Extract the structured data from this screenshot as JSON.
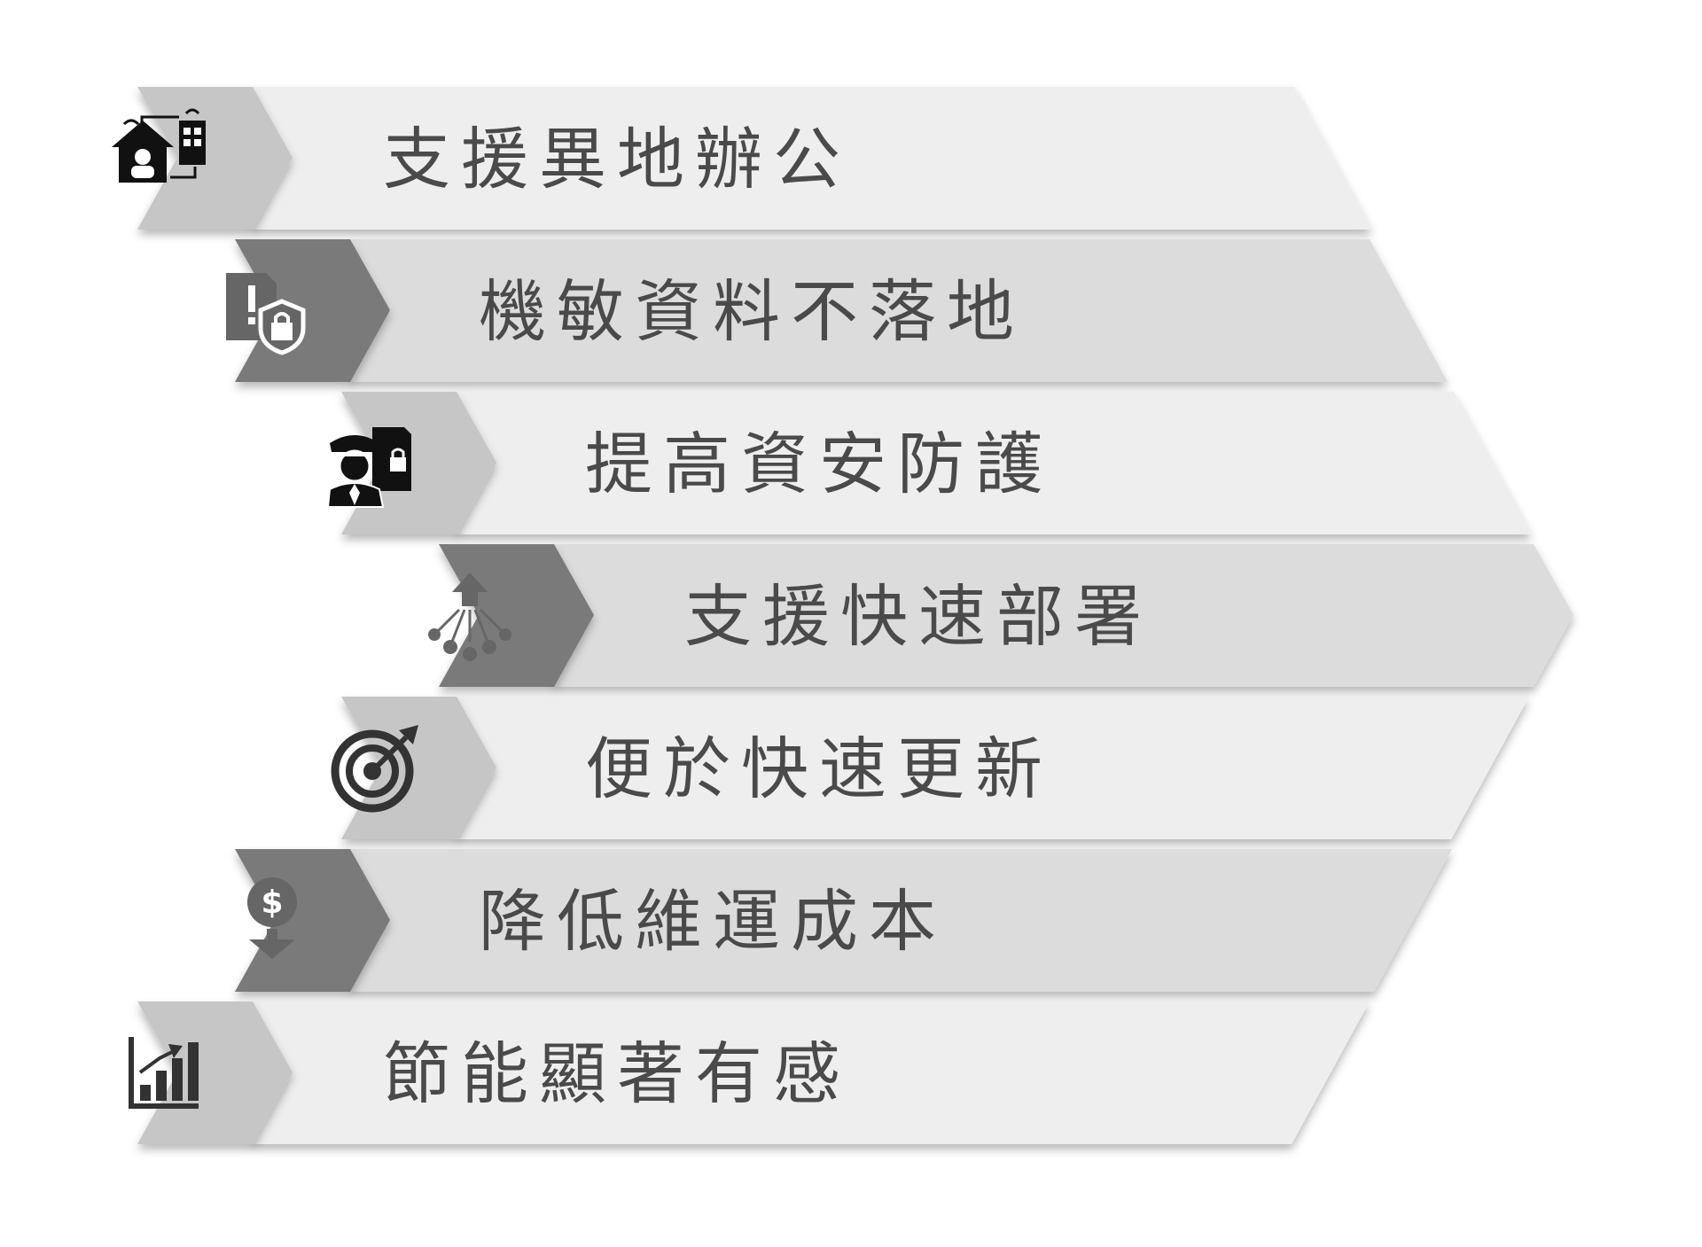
{
  "items": [
    {
      "label": "支援異地辦公",
      "icon": "remote-office-icon",
      "tone": "light"
    },
    {
      "label": "機敏資料不落地",
      "icon": "document-lock-icon",
      "tone": "dark"
    },
    {
      "label": "提高資安防護",
      "icon": "security-guard-icon",
      "tone": "light"
    },
    {
      "label": "支援快速部署",
      "icon": "deployment-icon",
      "tone": "dark"
    },
    {
      "label": "便於快速更新",
      "icon": "target-icon",
      "tone": "light"
    },
    {
      "label": "降低維運成本",
      "icon": "cost-down-icon",
      "tone": "dark"
    },
    {
      "label": "節能顯著有感",
      "icon": "bar-chart-icon",
      "tone": "light"
    }
  ],
  "colors": {
    "light_fill": "#eeeeee",
    "dark_fill": "#dcdcdc",
    "light_chevron": "#c6c6c6",
    "dark_chevron": "#7a7a7a",
    "text": "#4a4a4a",
    "icon": "#111111"
  }
}
